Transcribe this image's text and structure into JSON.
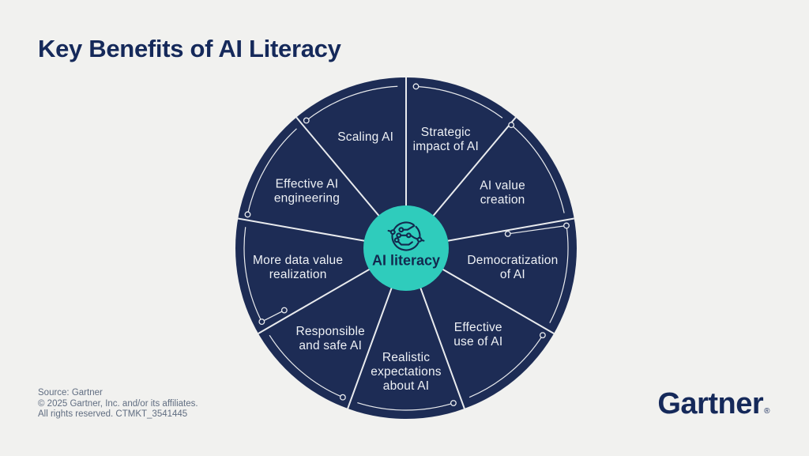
{
  "header": {
    "title": "Key Benefits of AI Literacy"
  },
  "colors": {
    "background": "#f1f1ef",
    "wheel_navy": "#1d2c55",
    "teal": "#2fccbc",
    "line": "#e9ebee",
    "segment_text": "#eef1f5",
    "brand_navy": "#15295a",
    "source_text": "#606d81",
    "center_text": "#12294e"
  },
  "wheel": {
    "center": {
      "label": "AI literacy",
      "icon": "ai-circuit-icon"
    },
    "segments": [
      {
        "label": "Strategic impact of AI",
        "lines": [
          "Strategic",
          "impact of AI"
        ]
      },
      {
        "label": "AI value creation",
        "lines": [
          "AI value",
          "creation"
        ]
      },
      {
        "label": "Democratization of AI",
        "lines": [
          "Democratization",
          "of AI"
        ]
      },
      {
        "label": "Effective use of AI",
        "lines": [
          "Effective",
          "use of AI"
        ]
      },
      {
        "label": "Realistic expectations about AI",
        "lines": [
          "Realistic",
          "expectations",
          "about AI"
        ]
      },
      {
        "label": "Responsible and safe AI",
        "lines": [
          "Responsible",
          "and safe AI"
        ]
      },
      {
        "label": "More data value realization",
        "lines": [
          "More data value",
          "realization"
        ]
      },
      {
        "label": "Effective AI engineering",
        "lines": [
          "Effective AI",
          "engineering"
        ]
      },
      {
        "label": "Scaling AI",
        "lines": [
          "Scaling AI"
        ]
      }
    ]
  },
  "footer": {
    "source_line1": "Source: Gartner",
    "source_line2": "© 2025 Gartner, Inc. and/or its affiliates.",
    "source_line3": "All rights reserved. CTMKT_3541445",
    "logo_text": "Gartner",
    "logo_registered": "®"
  }
}
